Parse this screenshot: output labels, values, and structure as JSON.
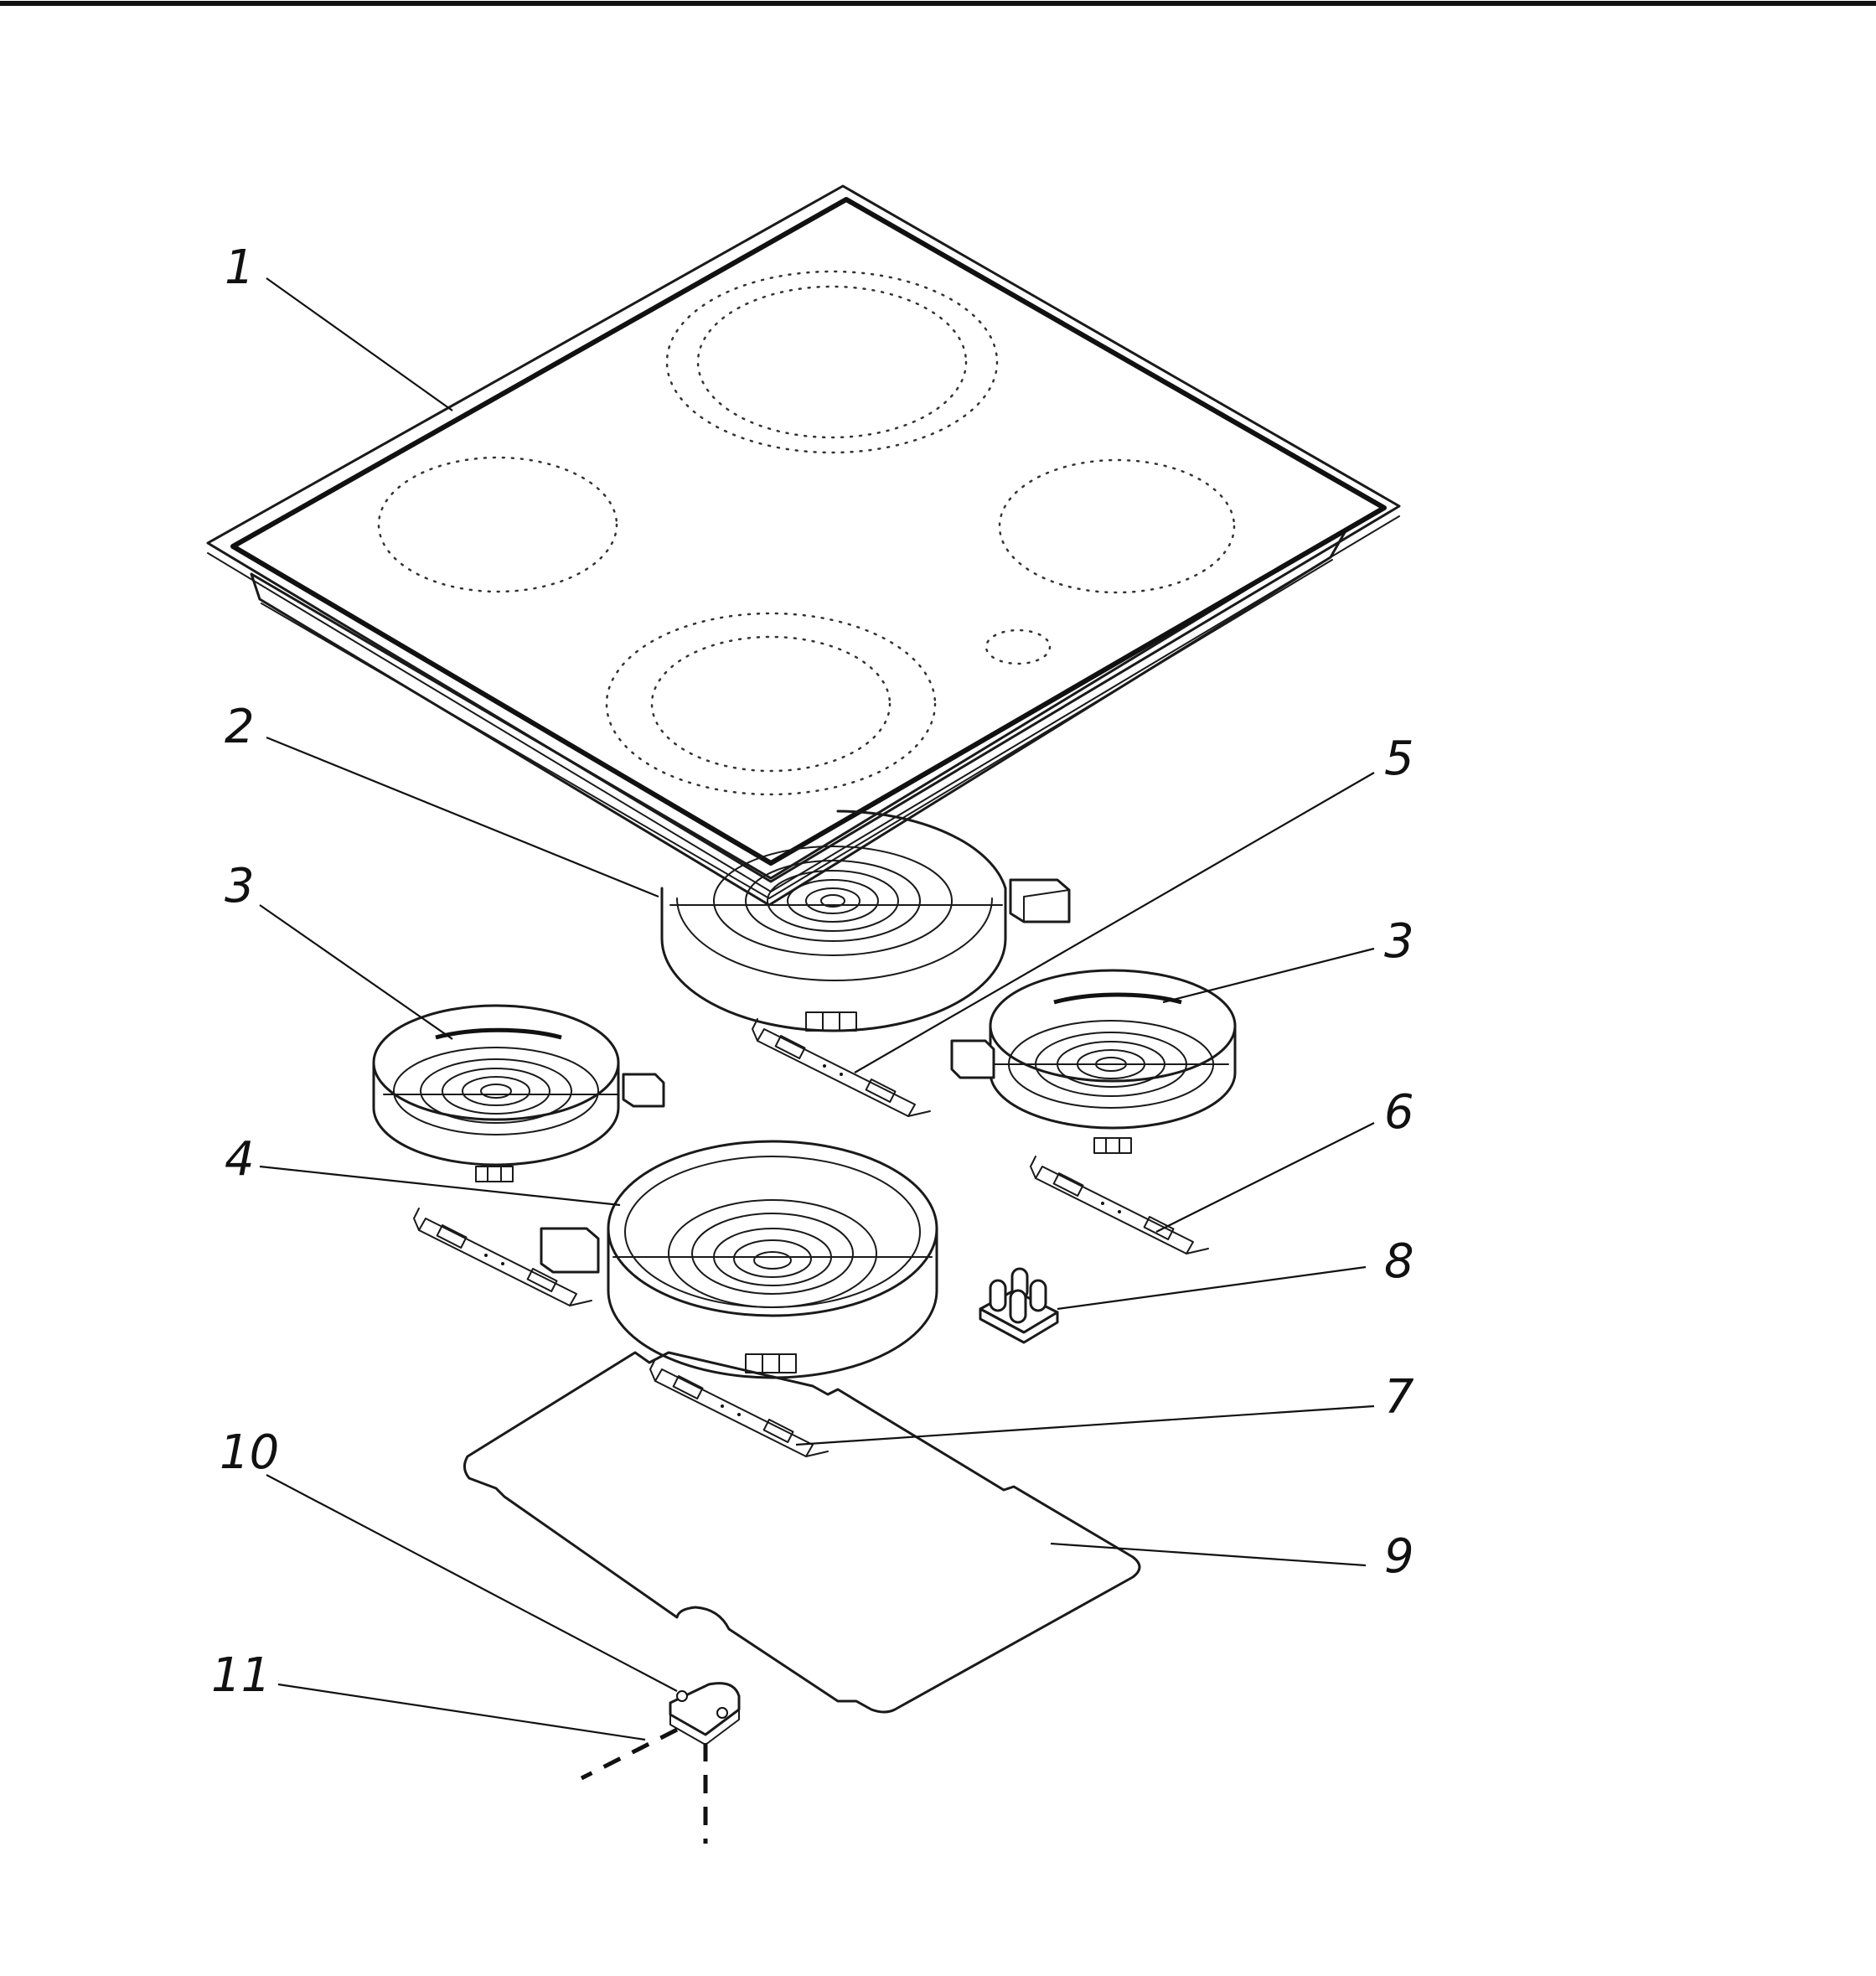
{
  "diagram": {
    "parts": [
      {
        "id": "label-1",
        "text": "1"
      },
      {
        "id": "label-2",
        "text": "2"
      },
      {
        "id": "label-3a",
        "text": "3"
      },
      {
        "id": "label-3b",
        "text": "3"
      },
      {
        "id": "label-4",
        "text": "4"
      },
      {
        "id": "label-5",
        "text": "5"
      },
      {
        "id": "label-6",
        "text": "6"
      },
      {
        "id": "label-7",
        "text": "7"
      },
      {
        "id": "label-8",
        "text": "8"
      },
      {
        "id": "label-9",
        "text": "9"
      },
      {
        "id": "label-10",
        "text": "10"
      },
      {
        "id": "label-11",
        "text": "11"
      }
    ]
  }
}
